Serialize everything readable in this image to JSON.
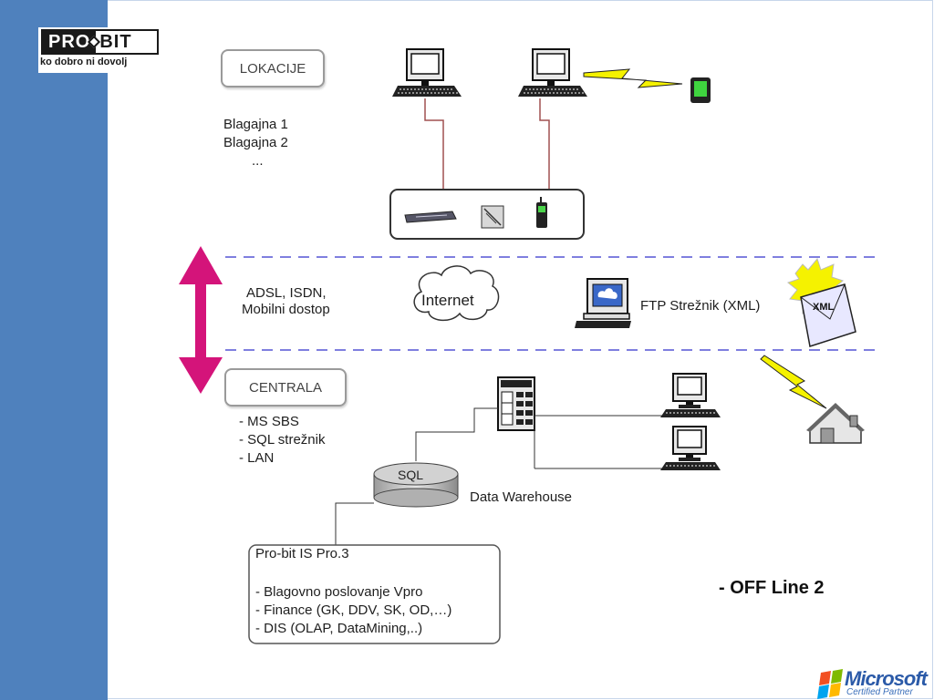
{
  "logo": {
    "pro": "PRO",
    "bit": "BIT",
    "slogan": "ko dobro ni dovolj"
  },
  "locations": {
    "title": "LOKACIJE",
    "items": [
      "Blagajna 1",
      "Blagajna 2",
      "..."
    ]
  },
  "network": {
    "label_line1": "ADSL, ISDN,",
    "label_line2": "Mobilni dostop",
    "internet": "Internet",
    "ftp_server": "FTP Strežnik (XML)",
    "xml_badge": "XML"
  },
  "central": {
    "title": "CENTRALA",
    "items": [
      "- MS SBS",
      "- SQL strežnik",
      "- LAN"
    ],
    "sql": "SQL",
    "data_warehouse": "Data Warehouse"
  },
  "product": {
    "title": "Pro-bit IS Pro.3",
    "items": [
      "- Blagovno poslovanje Vpro",
      "- Finance (GK, DDV, SK, OD,…)",
      "- DIS (OLAP, DataMining,..)"
    ]
  },
  "offline_label": "- OFF Line 2",
  "partner": {
    "brand": "Microsoft",
    "subtitle": "Certified Partner"
  },
  "colors": {
    "sidebar": "#4f81bd",
    "arrow": "#d4147a",
    "dashed_line": "#7f7fdf",
    "cable": "#a05050",
    "lightning": "#f5f200"
  }
}
